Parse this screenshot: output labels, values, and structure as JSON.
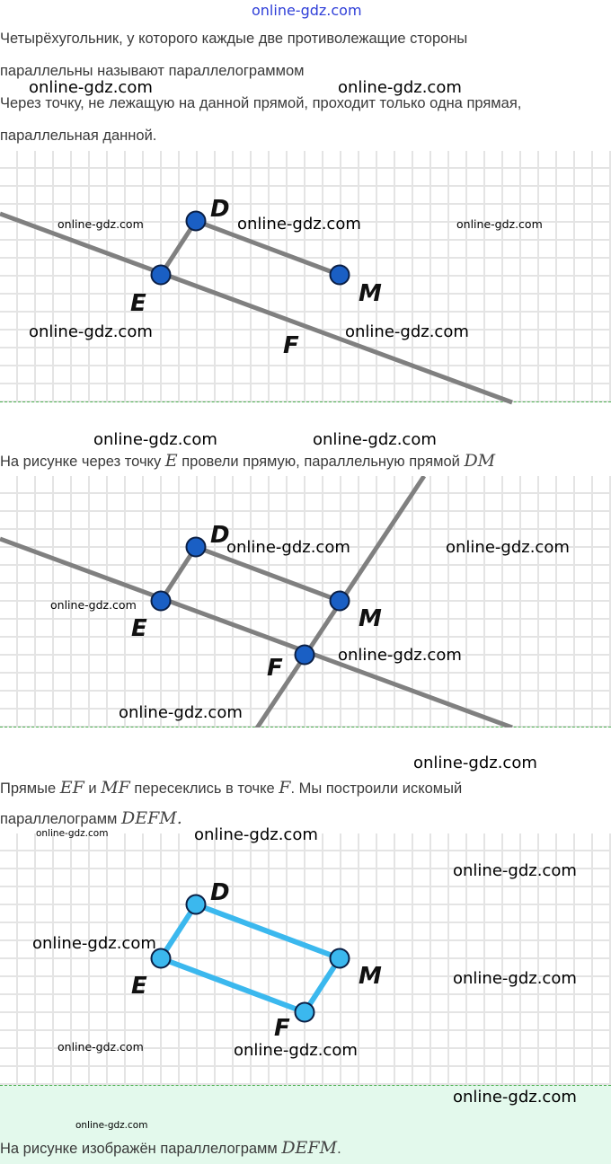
{
  "header_watermark": "online-gdz.com",
  "intro": {
    "line1": "Четырёхугольник, у которого каждые две противолежащие стороны",
    "line2": "параллельны называют параллелограммом",
    "line3": "Через точку, не лежащую на данной прямой, проходит только одна прямая,",
    "line4": "параллельная данной."
  },
  "step1": {
    "text_before": "На рисунке через точку ",
    "var1": "E",
    "text_mid": " провели прямую, параллельную прямой ",
    "var2": "DM"
  },
  "step2": {
    "t1": "Прямые ",
    "v1": "EF",
    "t2": " и  ",
    "v2": "MF",
    "t3": " пересеклись в точке ",
    "v3": "F",
    "t4": ". Мы построили искомый",
    "t5": "параллелограмм ",
    "v4": "DEFM."
  },
  "conclusion": {
    "t1": "На рисунке изображён параллелограмм ",
    "v1": "DEFM",
    "t2": "."
  },
  "points": {
    "D": "D",
    "E": "E",
    "F": "F",
    "M": "M"
  },
  "watermark": "online-gdz.com",
  "colors": {
    "point_dark": "#1a5fc4",
    "line_gray": "#808080",
    "parallelogram": "#3bb8ee",
    "band": "#e3f9ec"
  }
}
